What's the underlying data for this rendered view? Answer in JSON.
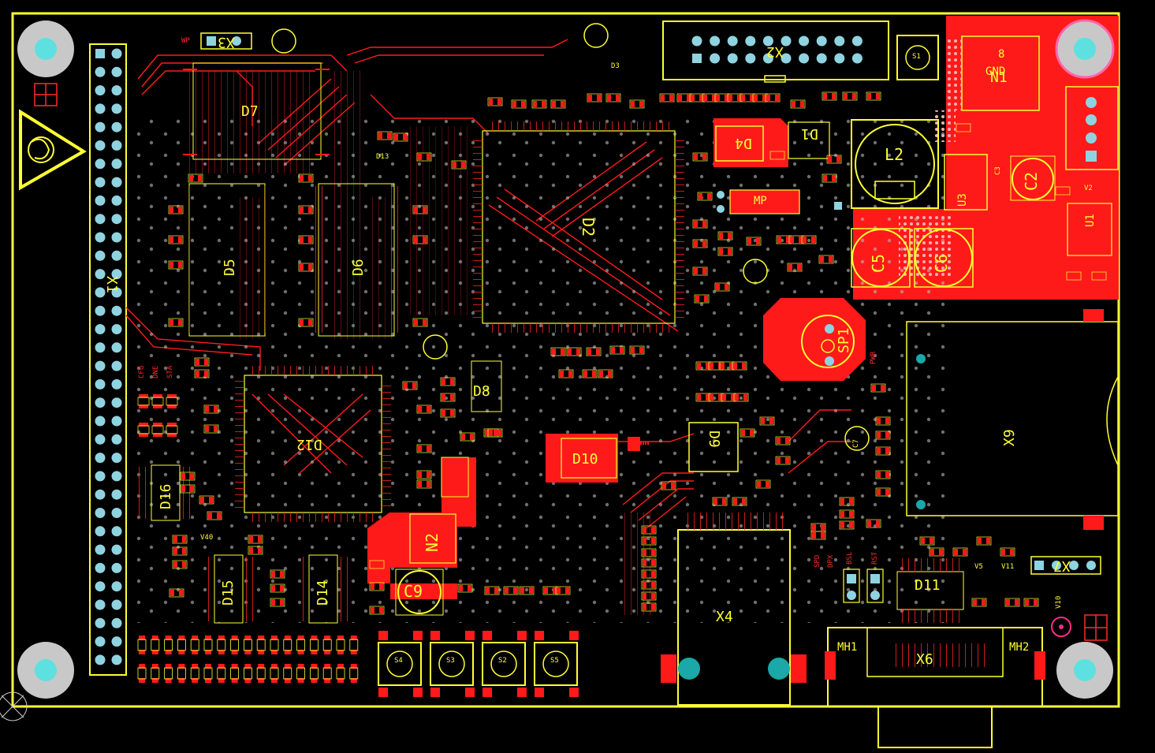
{
  "components": {
    "D2": "D2",
    "D4": "D4",
    "D5": "D5",
    "D6": "D6",
    "D7": "D7",
    "D8": "D8",
    "D9": "D9",
    "D10": "D10",
    "D11": "D11",
    "D12": "D12",
    "D14": "D14",
    "D15": "D15",
    "D16": "D16",
    "D13": "D13",
    "D1": "D1",
    "D3": "D3",
    "N1": "N1",
    "N2": "N2",
    "GND": "GND",
    "L2": "L2",
    "C2": "C2",
    "C5": "C5",
    "C6": "C6",
    "C9": "C9",
    "X1": "X1",
    "X2": "X2",
    "X3": "X3",
    "X4": "X4",
    "X6": "X6",
    "X9": "X9",
    "X7": "X7",
    "S1": "S1",
    "S2": "S2",
    "S3": "S3",
    "S4": "S4",
    "S5": "S5",
    "SP1": "SP1",
    "MP": "MP",
    "MH1": "MH1",
    "MH2": "MH2",
    "U1": "U1",
    "U3": "U3",
    "V2": "V2",
    "WP": "WP",
    "CFG": "CFG",
    "DNE": "DNE",
    "STA": "STA",
    "PWR": "PWR",
    "SPD": "SPD",
    "DPX": "DPX",
    "BSL": "BSL",
    "RST": "RST",
    "num8": "8",
    "C7": "C7",
    "C3": "C3",
    "V5": "V5",
    "V11": "V11",
    "V10": "V10",
    "V40": "V40"
  },
  "colors": {
    "board_outline": "#ffff33",
    "copper": "#ff1a1a",
    "pad": "#8fd3e0",
    "via": "#c0c0c0",
    "hole": "#1aa8a8"
  }
}
